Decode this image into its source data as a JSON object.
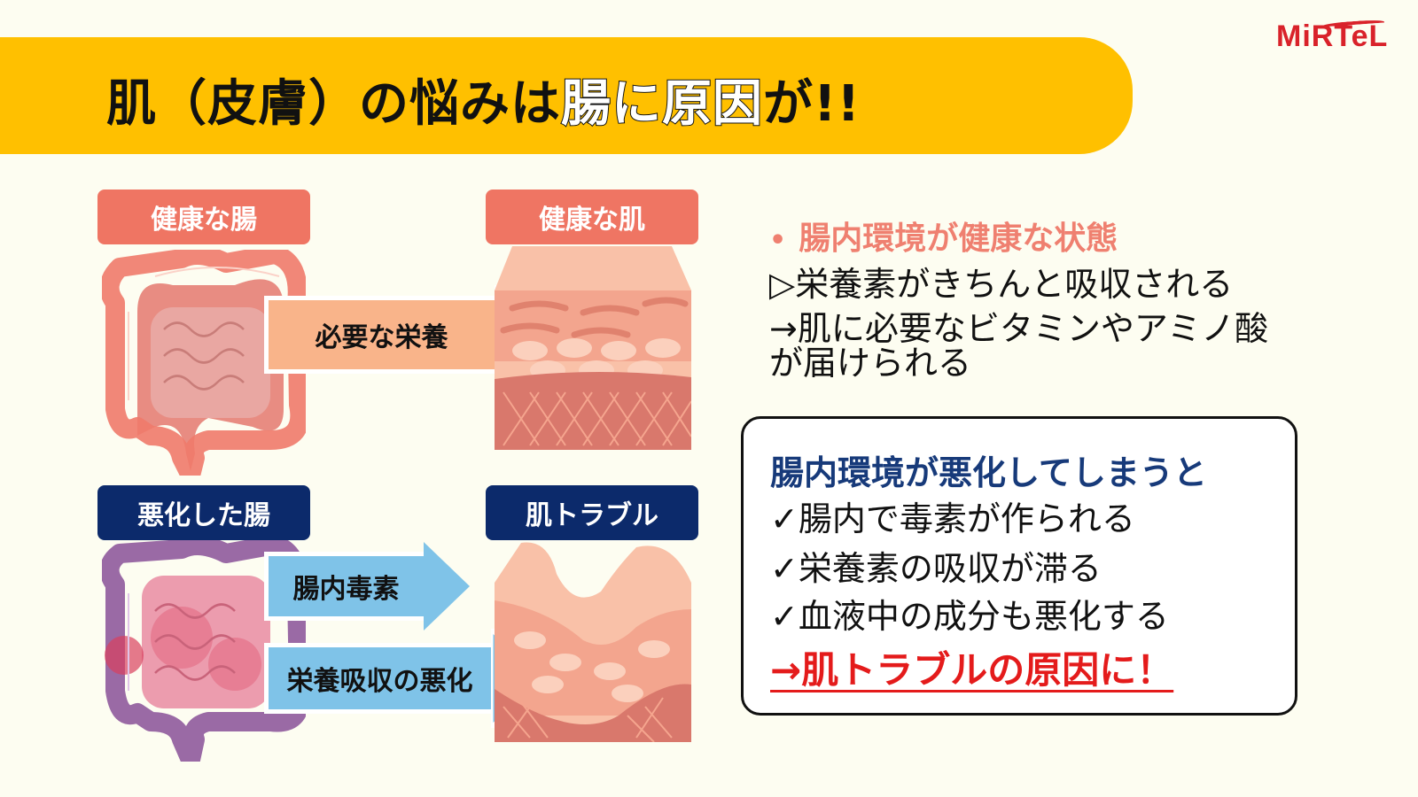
{
  "header": {
    "title_part1": "肌（皮膚）の悩みは",
    "title_highlight": "腸に原因",
    "title_part2": "が!!",
    "banner_color": "#ffc000"
  },
  "logo": {
    "text": "MiRTeL",
    "color": "#d9222a"
  },
  "diagram": {
    "healthy": {
      "gut_label": "健康な腸",
      "skin_label": "健康な肌",
      "arrow_label": "必要な栄養",
      "label_color": "#ef7563",
      "arrow_color": "#f9b48a"
    },
    "bad": {
      "gut_label": "悪化した腸",
      "skin_label": "肌トラブル",
      "arrows": [
        {
          "label": "腸内毒素"
        },
        {
          "label": "栄養吸収の悪化"
        }
      ],
      "label_color": "#0c2a6b",
      "arrow_color": "#7fc3e8"
    }
  },
  "right": {
    "bullet_dot": "•",
    "bullet_heading": "腸内環境が健康な状態",
    "lines": [
      "▷栄養素がきちんと吸収される",
      "→肌に必要なビタミンやアミノ酸",
      "が届けられる"
    ]
  },
  "card": {
    "title": "腸内環境が悪化してしまうと",
    "items": [
      "✓腸内で毒素が作られる",
      "✓栄養素の吸収が滞る",
      "✓血液中の成分も悪化する"
    ],
    "result": "→肌トラブルの原因に！",
    "title_color": "#173a7a",
    "result_color": "#e41b1b"
  }
}
